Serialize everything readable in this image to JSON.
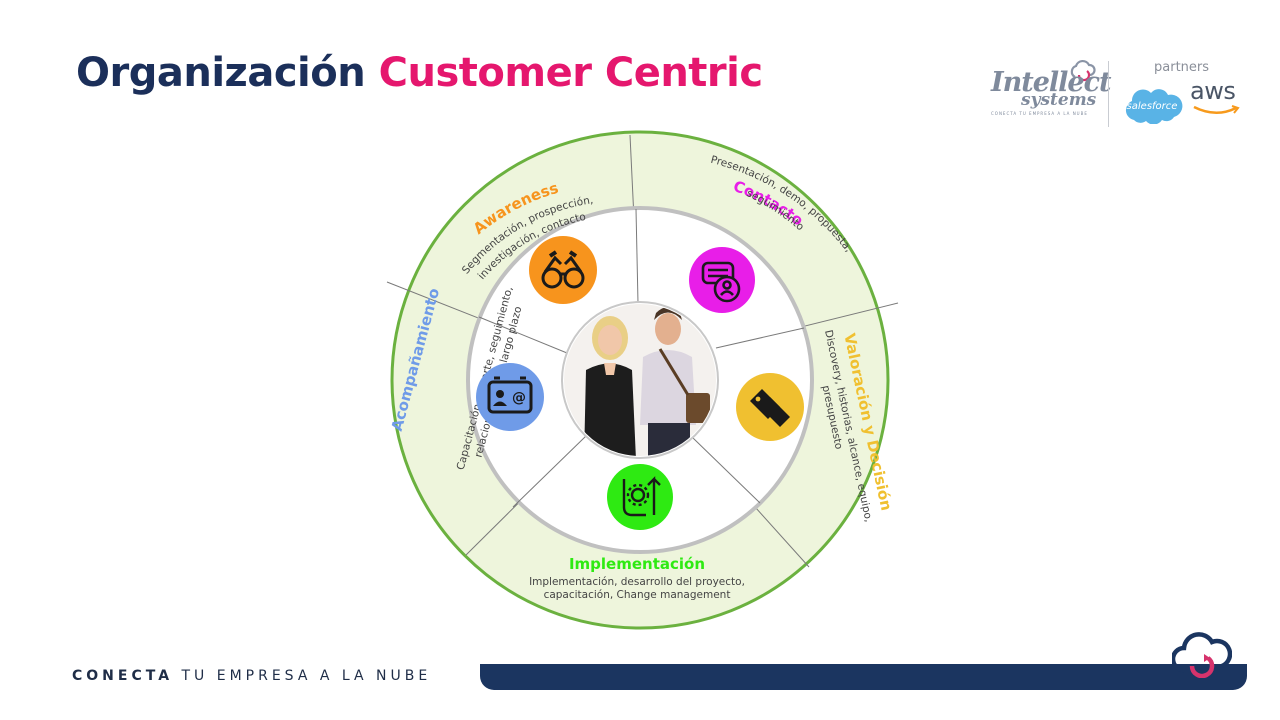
{
  "title": {
    "part1": "Organización",
    "part2": "Customer Centric"
  },
  "logos": {
    "intellect_line1": "Intellect",
    "intellect_line2": "systems",
    "intellect_tagline": "CONECTA TU EMPRESA A LA NUBE",
    "partners_label": "partners",
    "salesforce": "salesforce",
    "aws": "aws"
  },
  "diagram": {
    "segments": [
      {
        "title": "Awareness",
        "description": "Segmentación, prospección, investigación, contacto",
        "color": "#f7941d",
        "icon": "binoculars-icon"
      },
      {
        "title": "Contacto",
        "description": "Presentación, demo, propuesta, seguimiento",
        "color": "#e81ee8",
        "icon": "chat-person-icon"
      },
      {
        "title": "Valoración y Decisión",
        "description": "Discovery, historias, alcance, equipo, presupuesto",
        "color": "#f0c030",
        "icon": "price-tags-icon"
      },
      {
        "title": "Implementación",
        "description": "Implementación, desarrollo del proyecto, capacitación, Change management",
        "color": "#2eea12",
        "icon": "process-gear-icon"
      },
      {
        "title": "Acompañamiento",
        "description": "Capacitación, soporte, seguimiento, relacionamiento a largo plazo",
        "color": "#6f9be8",
        "icon": "contact-card-icon"
      }
    ],
    "colors": {
      "ring_fill": "#eef5dc",
      "ring_border": "#6bb13f",
      "inner_border": "#c0c0c0"
    }
  },
  "footer": {
    "bold": "CONECTA",
    "rest": "TU EMPRESA A LA NUBE"
  }
}
